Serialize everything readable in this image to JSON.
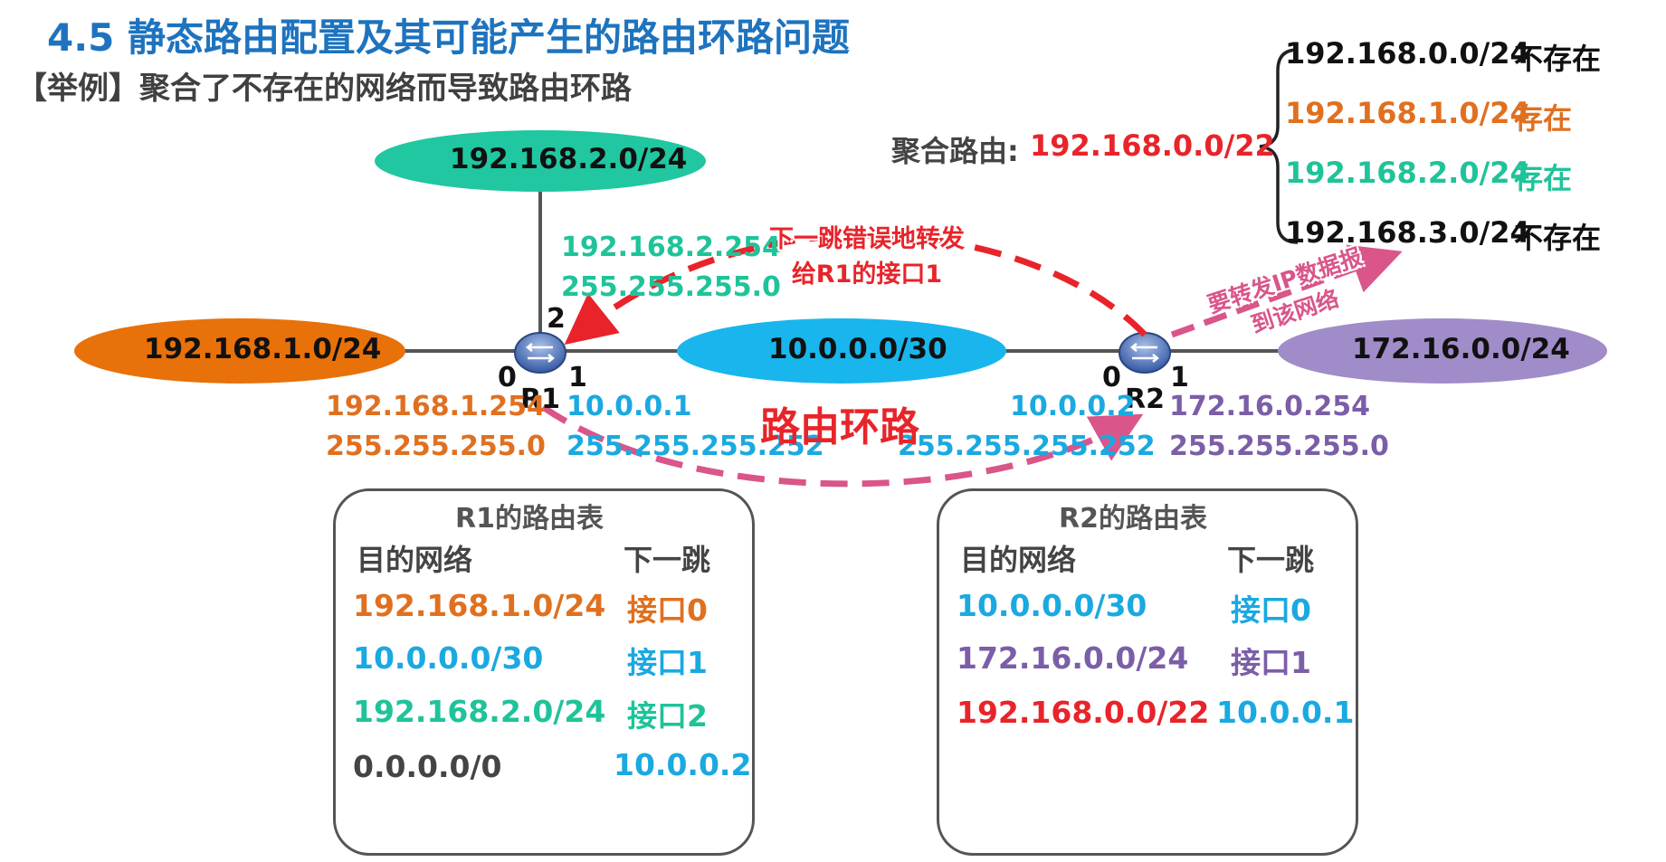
{
  "header": {
    "title": "4.5 静态路由配置及其可能产生的路由环路问题",
    "subtitle": "【举例】聚合了不存在的网络而导致路由环路"
  },
  "colors": {
    "orange": "#e07020",
    "cyan": "#1aa9e0",
    "teal": "#1fc39a",
    "purple": "#7b5ea7",
    "red": "#e8242a",
    "pink": "#d9558a",
    "green": "#12a44c",
    "net_orange": "#e8710a",
    "net_teal": "#20c7a0",
    "net_cyan": "#18b6ec",
    "net_purple": "#a08cc8"
  },
  "networks": {
    "top": "192.168.2.0/24",
    "left": "192.168.1.0/24",
    "middle": "10.0.0.0/30",
    "right": "172.16.0.0/24"
  },
  "routers": {
    "r1": {
      "name": "R1",
      "if0": "0",
      "if1": "1",
      "if2": "2"
    },
    "r2": {
      "name": "R2",
      "if0": "0",
      "if1": "1"
    }
  },
  "interfaces": {
    "r1_if0_ip": "192.168.1.254",
    "r1_if0_mask": "255.255.255.0",
    "r1_if1_ip": "10.0.0.1",
    "r1_if1_mask": "255.255.255.252",
    "r1_if2_ip": "192.168.2.254",
    "r1_if2_mask": "255.255.255.0",
    "r2_if0_ip": "10.0.0.2",
    "r2_if0_mask": "255.255.255.252",
    "r2_if1_ip": "172.16.0.254",
    "r2_if1_mask": "255.255.255.0"
  },
  "annotations": {
    "next_hop_line1": "下一跳错误地转发",
    "next_hop_line2": "给R1的接口1",
    "forward_line1": "要转发IP数据报",
    "forward_line2": "到该网络",
    "loop": "路由环路"
  },
  "aggregate": {
    "label": "聚合路由:",
    "route": "192.168.0.0/22",
    "items": [
      {
        "net": "192.168.0.0/24",
        "status": "不存在"
      },
      {
        "net": "192.168.1.0/24",
        "status": "存在"
      },
      {
        "net": "192.168.2.0/24",
        "status": "存在"
      },
      {
        "net": "192.168.3.0/24",
        "status": "不存在"
      }
    ]
  },
  "r1_table": {
    "title": "R1的路由表",
    "col_dest": "目的网络",
    "col_next": "下一跳",
    "rows": [
      {
        "dest": "192.168.1.0/24",
        "next": "接口0"
      },
      {
        "dest": "10.0.0.0/30",
        "next": "接口1"
      },
      {
        "dest": "192.168.2.0/24",
        "next": "接口2"
      },
      {
        "dest": "0.0.0.0/0",
        "next": "10.0.0.2"
      }
    ]
  },
  "r2_table": {
    "title": "R2的路由表",
    "col_dest": "目的网络",
    "col_next": "下一跳",
    "rows": [
      {
        "dest": "10.0.0.0/30",
        "next": "接口0"
      },
      {
        "dest": "172.16.0.0/24",
        "next": "接口1"
      },
      {
        "dest": "192.168.0.0/22",
        "next": "10.0.0.1"
      }
    ]
  }
}
